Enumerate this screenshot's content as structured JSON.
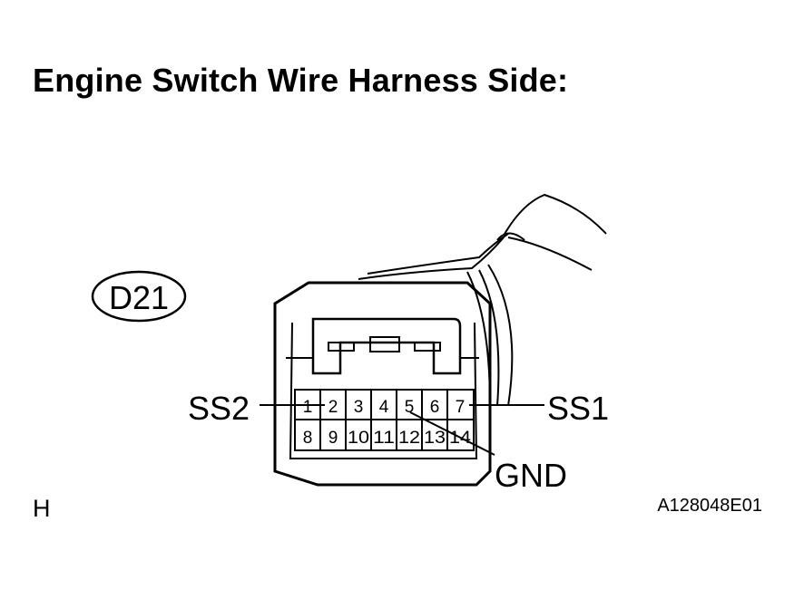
{
  "title": "Engine Switch Wire Harness Side:",
  "connector_id": "D21",
  "pins_top": [
    "1",
    "2",
    "3",
    "4",
    "5",
    "6",
    "7"
  ],
  "pins_bottom": [
    "8",
    "9",
    "10",
    "11",
    "12",
    "13",
    "14"
  ],
  "labels": {
    "ss2": "SS2",
    "ss1": "SS1",
    "gnd": "GND"
  },
  "footer": {
    "sheet_letter": "H",
    "figure_code": "A128048E01"
  }
}
